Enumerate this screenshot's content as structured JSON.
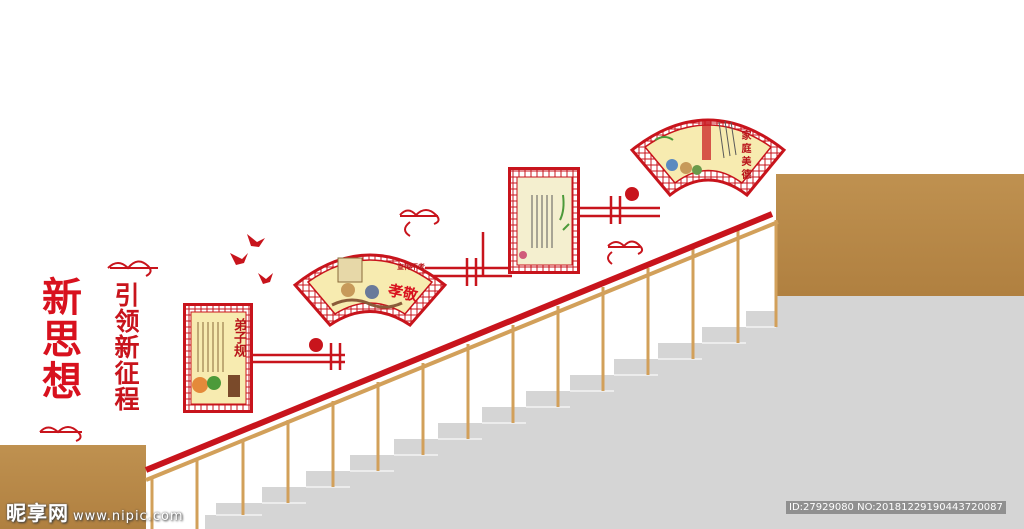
{
  "colors": {
    "red": "#c8141c",
    "wall_brown": "#b8894a",
    "stair_gray": "#d6d6d6",
    "panel_paper": "#f7ebb0",
    "rail_wood": "#d2a05a"
  },
  "wall_title": {
    "calligraphy": "新思想",
    "slogan": "引领新征程"
  },
  "panels": {
    "panel1_title": "弟子规",
    "panel2_caption": "宣传不孝",
    "panel2_title": "孝敬",
    "panel4_title": "家庭美德"
  },
  "watermark": {
    "brand": "昵享网",
    "site": "www.nipic.com",
    "id_text": "ID:27929080 NO:20181229190443720087"
  }
}
